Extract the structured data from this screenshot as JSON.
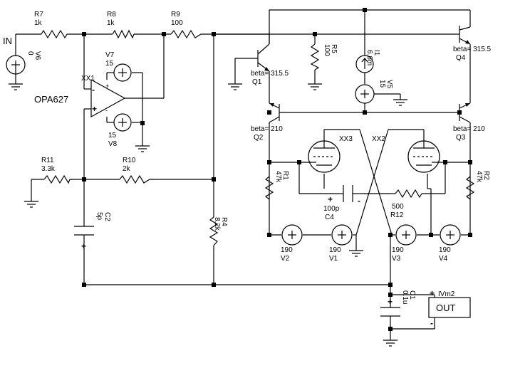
{
  "in_label": "IN",
  "out_label": "OUT",
  "resistors": [
    {
      "ref": "R7",
      "value": "1k"
    },
    {
      "ref": "R8",
      "value": "1k"
    },
    {
      "ref": "R9",
      "value": "100"
    },
    {
      "ref": "R11",
      "value": "3.3k"
    },
    {
      "ref": "R10",
      "value": "2k"
    },
    {
      "ref": "R4",
      "value": "8.2k"
    },
    {
      "ref": "R5",
      "value": "100"
    },
    {
      "ref": "R1",
      "value": "47k"
    },
    {
      "ref": "R2",
      "value": "47k"
    },
    {
      "ref": "R12",
      "value": "500"
    }
  ],
  "capacitors": [
    {
      "ref": "C2",
      "value": "5p"
    },
    {
      "ref": "C4",
      "value": "100p"
    },
    {
      "ref": "C1",
      "value": "0.1u"
    }
  ],
  "sources": [
    {
      "ref": "V6",
      "value": "0"
    },
    {
      "ref": "V7",
      "value": "15"
    },
    {
      "ref": "V8",
      "value": "15"
    },
    {
      "ref": "V5",
      "value": "15"
    },
    {
      "ref": "V1",
      "value": "190"
    },
    {
      "ref": "V2",
      "value": "190"
    },
    {
      "ref": "V3",
      "value": "190"
    },
    {
      "ref": "V4",
      "value": "190"
    },
    {
      "ref": "I1",
      "value": "6.6m"
    }
  ],
  "transistors": [
    {
      "ref": "Q1",
      "beta": "beta= 315.5"
    },
    {
      "ref": "Q2",
      "beta": "beta= 210"
    },
    {
      "ref": "Q3",
      "beta": "beta= 210"
    },
    {
      "ref": "Q4",
      "beta": "beta= 315.5"
    }
  ],
  "opamp": {
    "ref": "XX1",
    "part": "OPA627"
  },
  "tubes": [
    {
      "ref": "XX3"
    },
    {
      "ref": "XX2"
    }
  ],
  "meter": {
    "ref": "IVm2",
    "display": "OUT"
  }
}
